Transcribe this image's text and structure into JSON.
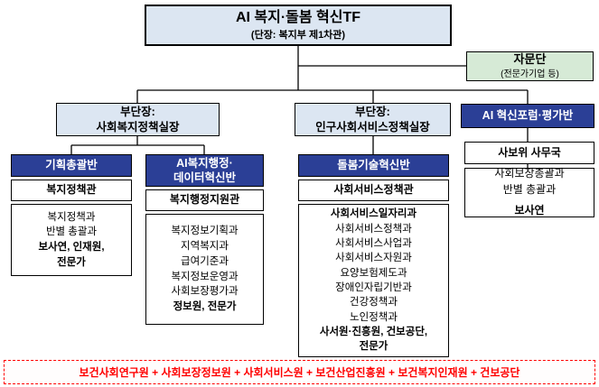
{
  "root_box": {
    "title": "AI 복지·돌봄 혁신TF",
    "subtitle": "(단장: 복지부 제1차관)"
  },
  "advisory_box": {
    "title": "자문단",
    "subtitle": "(전문가기업 등)"
  },
  "deputy1_box": {
    "lines": [
      "부단장:",
      "사회복지정책실장"
    ]
  },
  "deputy2_box": {
    "lines": [
      "부단장:",
      "인구사회서비스정책실장"
    ]
  },
  "forum_box": {
    "title": "AI 혁신포럼·평가반"
  },
  "columns": {
    "planning": {
      "header": "기획총괄반",
      "manager": "복지정책관",
      "members": [
        {
          "t": "복지정책과"
        },
        {
          "t": "반별 총괄과"
        },
        {
          "t": "보사연, 인재원,",
          "b": true
        },
        {
          "t": "전문가",
          "b": true
        }
      ]
    },
    "ai_admin": {
      "header_lines": [
        "AI복지행정·",
        "데이터혁신반"
      ],
      "manager": "복지행정지원관",
      "members": [
        {
          "t": "복지정보기획과"
        },
        {
          "t": "지역복지과"
        },
        {
          "t": "급여기준과"
        },
        {
          "t": "복지정보운영과"
        },
        {
          "t": "사회보장평가과"
        },
        {
          "t": "정보원, 전문가",
          "b": true
        }
      ]
    },
    "care_tech": {
      "header": "돌봄기술혁신반",
      "manager": "사회서비스정책관",
      "members": [
        {
          "t": "사회서비스일자리과",
          "b": true
        },
        {
          "t": "사회서비스정책과"
        },
        {
          "t": "사회서비스사업과"
        },
        {
          "t": "사회서비스자원과"
        },
        {
          "t": "요양보험제도과"
        },
        {
          "t": "장애인자립기반과"
        },
        {
          "t": "건강정책과"
        },
        {
          "t": "노인정책과"
        },
        {
          "t": "사서원·진흥원, 건보공단,",
          "b": true
        },
        {
          "t": "전문가",
          "b": true
        }
      ]
    },
    "forum_col": {
      "office": "사보위 사무국",
      "members": [
        {
          "t": "사회보장총괄과"
        },
        {
          "t": "반별 총괄과"
        },
        {
          "t": "보사연",
          "b": true,
          "gap": true
        }
      ]
    }
  },
  "footer": {
    "text": "보건사회연구원 + 사회보장정보원 + 사회서비스원 + 보건산업진흥원 + 보건복지인재원 + 건보공단"
  },
  "colors": {
    "light_blue": "#DCE6F2",
    "dark_blue": "#2B3F96",
    "green": "#D6EAD6",
    "red": "#FF0000",
    "line": "#000000"
  }
}
